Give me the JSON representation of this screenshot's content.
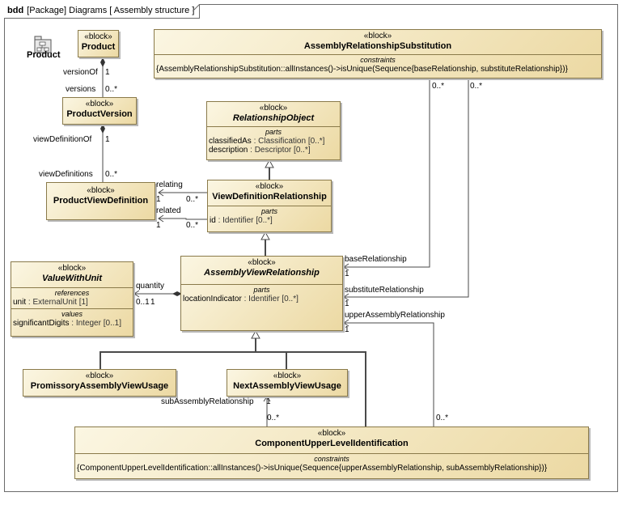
{
  "frame": {
    "kind": "bdd",
    "title": "[Package] Diagrams [ Assembly structure ]"
  },
  "package_icon": {
    "label": "Product",
    "icon": "package-icon"
  },
  "blocks": {
    "product": {
      "stereotype": "«block»",
      "name": "Product"
    },
    "product_version": {
      "stereotype": "«block»",
      "name": "ProductVersion"
    },
    "product_view_definition": {
      "stereotype": "«block»",
      "name": "ProductViewDefinition"
    },
    "assembly_relationship_substitution": {
      "stereotype": "«block»",
      "name": "AssemblyRelationshipSubstitution",
      "compartment_title": "constraints",
      "constraint": "{AssemblyRelationshipSubstitution::allInstances()->isUnique(Sequence{baseRelationship, substituteRelationship})}"
    },
    "relationship_object": {
      "stereotype": "«block»",
      "name": "RelationshipObject",
      "compartment_title": "parts",
      "parts": [
        {
          "name": "classifiedAs",
          "type": " : Classification [0..*]"
        },
        {
          "name": "description",
          "type": " : Descriptor [0..*]"
        }
      ]
    },
    "view_definition_relationship": {
      "stereotype": "«block»",
      "name": "ViewDefinitionRelationship",
      "compartment_title": "parts",
      "parts": [
        {
          "name": "id",
          "type": " : Identifier [0..*]"
        }
      ]
    },
    "assembly_view_relationship": {
      "stereotype": "«block»",
      "name": "AssemblyViewRelationship",
      "compartment_title": "parts",
      "parts": [
        {
          "name": "locationIndicator",
          "type": " : Identifier [0..*]"
        }
      ]
    },
    "value_with_unit": {
      "stereotype": "«block»",
      "name": "ValueWithUnit",
      "references_title": "references",
      "references": [
        {
          "name": "unit",
          "type": " : ExternalUnit [1]"
        }
      ],
      "values_title": "values",
      "values": [
        {
          "name": "significantDigits",
          "type": " : Integer [0..1]"
        }
      ]
    },
    "promissory_assembly_view_usage": {
      "stereotype": "«block»",
      "name": "PromissoryAssemblyViewUsage"
    },
    "next_assembly_view_usage": {
      "stereotype": "«block»",
      "name": "NextAssemblyViewUsage"
    },
    "component_upper_level_identification": {
      "stereotype": "«block»",
      "name": "ComponentUpperLevelIdentification",
      "compartment_title": "constraints",
      "constraint": "{ComponentUpperLevelIdentification::allInstances()->isUnique(Sequence{upperAssemblyRelationship, subAssemblyRelationship})}"
    }
  },
  "labels": {
    "version_of": "versionOf",
    "version_of_mult": "1",
    "versions": "versions",
    "versions_mult": "0..*",
    "view_definition_of": "viewDefinitionOf",
    "view_definition_of_mult": "1",
    "view_definitions": "viewDefinitions",
    "view_definitions_mult": "0..*",
    "relating": "relating",
    "relating_mult_left": "1",
    "relating_mult_right": "0..*",
    "related": "related",
    "related_mult_left": "1",
    "related_mult_right": "0..*",
    "quantity": "quantity",
    "quantity_mult": "0..1",
    "quantity_mult_right": "1",
    "base_relationship": "baseRelationship",
    "base_relationship_mult": "1",
    "base_relationship_src_mult": "0..*",
    "substitute_relationship": "substituteRelationship",
    "substitute_relationship_mult": "1",
    "substitute_relationship_src_mult": "0..*",
    "upper_assembly_relationship": "upperAssemblyRelationship",
    "upper_assembly_relationship_mult": "1",
    "upper_assembly_relationship_src_mult": "0..*",
    "sub_assembly_relationship": "subAssemblyRelationship",
    "sub_assembly_relationship_mult": "1",
    "sub_assembly_relationship_src_mult": "0..*"
  },
  "colors": {
    "block_fill_light": "#fbf6e2",
    "block_fill_dark": "#ecd9a3",
    "block_border": "#8a7a4a",
    "line": "#4a4a4a"
  }
}
